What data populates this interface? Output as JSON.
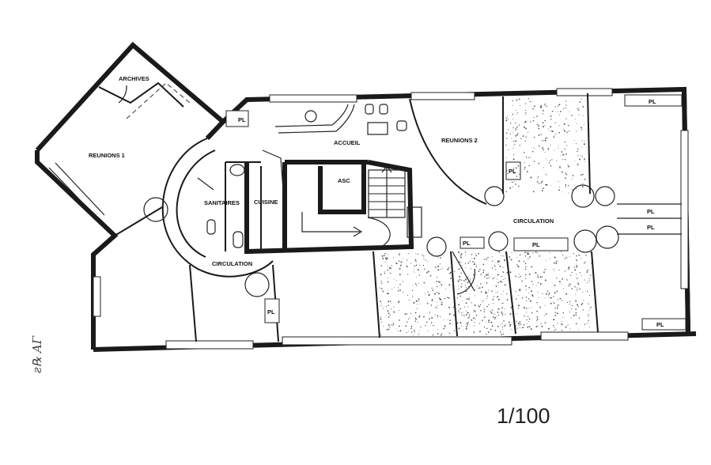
{
  "rooms": {
    "archives": "ARCHIVES",
    "reunions1": "REUNIONS 1",
    "reunions2": "REUNIONS 2",
    "accueil": "ACCUEIL",
    "asc": "ASC",
    "sanitaires": "SANITAIRES",
    "cuisine": "CUISINE",
    "circulation_left": "CIRCULATION",
    "circulation_right": "CIRCULATION"
  },
  "pl_marks": [
    "PL",
    "PL",
    "PL",
    "PL",
    "PL",
    "PL",
    "PL",
    "PL",
    "PL"
  ],
  "scale_label": "1/100",
  "handwritten_note": "ꙅ℞ ΑΓ",
  "colors": {
    "ink": "#1a1a1a",
    "paper": "#ffffff",
    "speckle": "#555555"
  }
}
